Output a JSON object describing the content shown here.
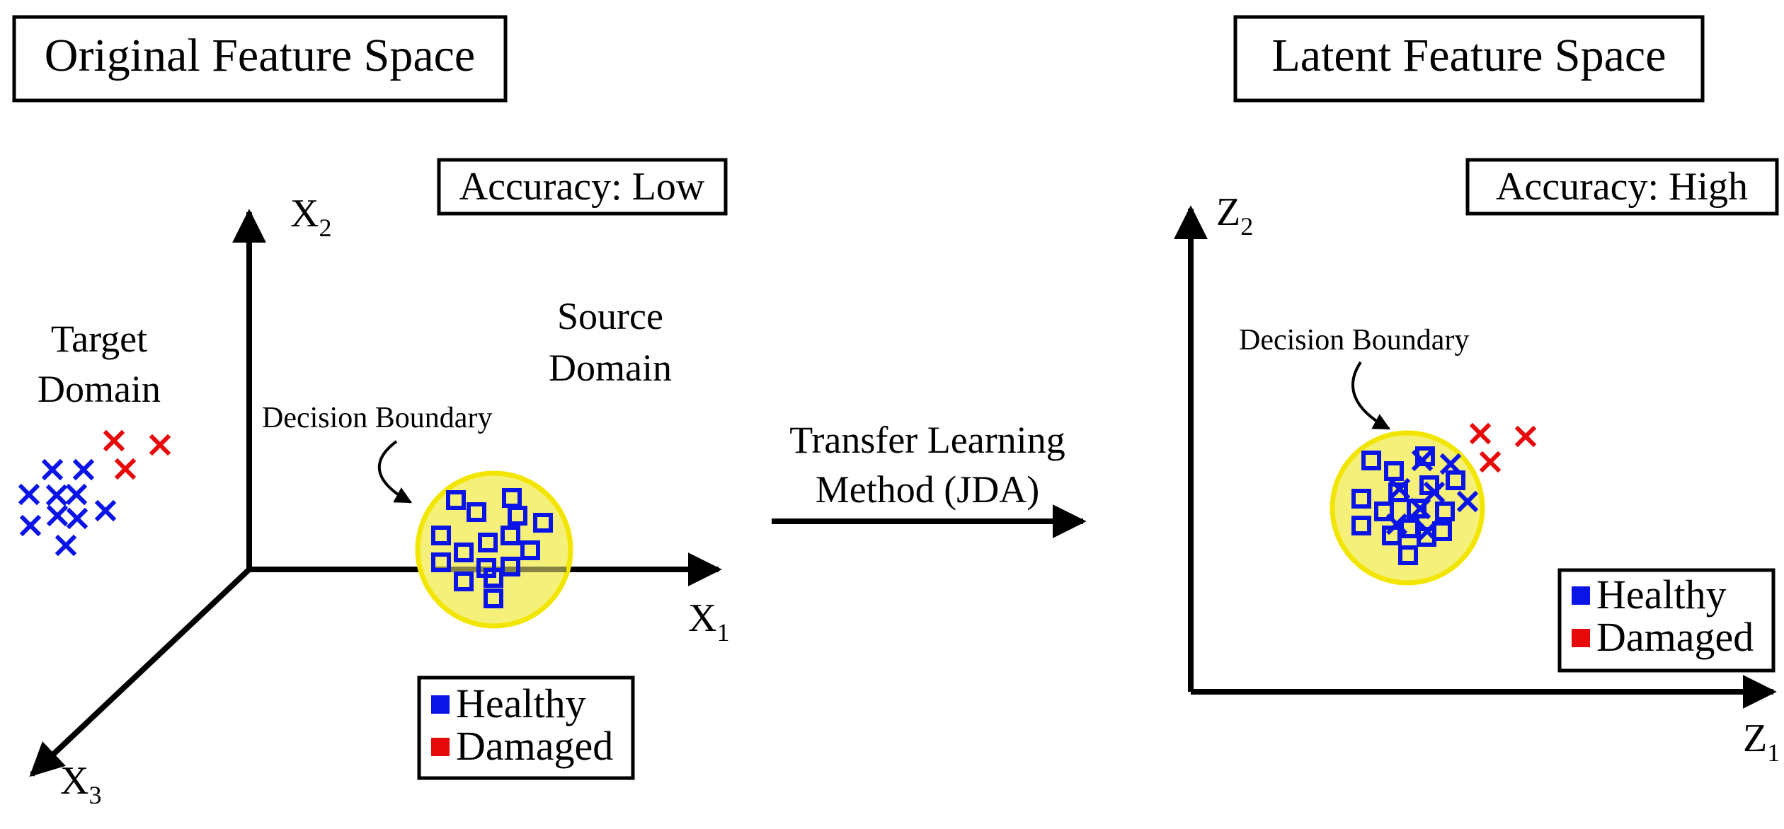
{
  "left_panel": {
    "title": "Original Feature Space",
    "accuracy": "Accuracy: Low",
    "axes": {
      "x1": {
        "main": "X",
        "sub": "1"
      },
      "x2": {
        "main": "X",
        "sub": "2"
      },
      "x3": {
        "main": "X",
        "sub": "3"
      }
    },
    "target_domain": [
      "Target",
      "Domain"
    ],
    "source_domain": [
      "Source",
      "Domain"
    ],
    "decision_boundary": "Decision Boundary",
    "legend": {
      "healthy": "Healthy",
      "damaged": "Damaged"
    }
  },
  "transfer": {
    "line1": "Transfer Learning",
    "line2": "Method (JDA)"
  },
  "right_panel": {
    "title": "Latent Feature Space",
    "accuracy": "Accuracy: High",
    "axes": {
      "z1": {
        "main": "Z",
        "sub": "1"
      },
      "z2": {
        "main": "Z",
        "sub": "2"
      }
    },
    "decision_boundary": "Decision Boundary",
    "legend": {
      "healthy": "Healthy",
      "damaged": "Damaged"
    }
  },
  "colors": {
    "healthy": "#0a14e6",
    "damaged": "#e60a0a",
    "boundary_fill": "#f5f07a",
    "boundary_stroke": "#f2e600"
  }
}
